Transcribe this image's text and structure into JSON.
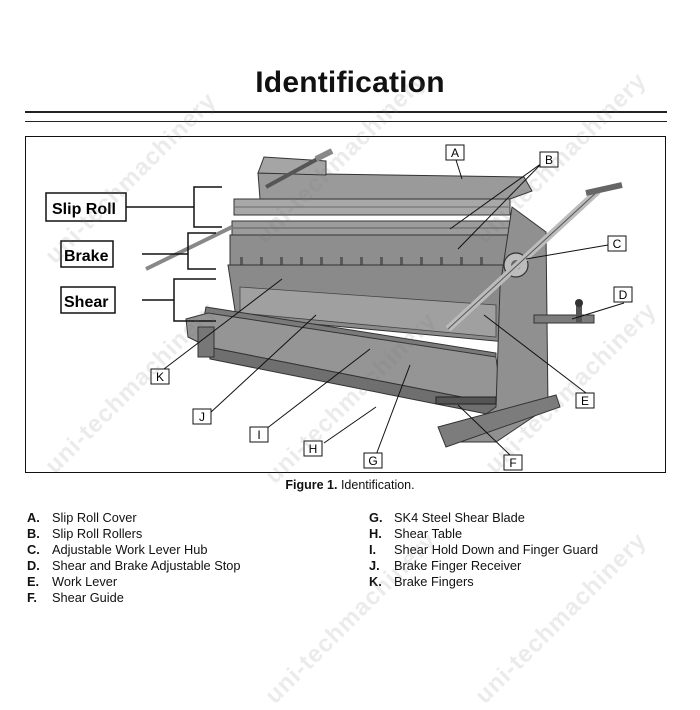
{
  "title": "Identification",
  "figure": {
    "caption_bold": "Figure 1.",
    "caption_text": " Identification.",
    "group_labels": {
      "slip_roll": "Slip Roll",
      "brake": "Brake",
      "shear": "Shear"
    },
    "callouts": [
      "A",
      "B",
      "C",
      "D",
      "E",
      "F",
      "G",
      "H",
      "I",
      "J",
      "K"
    ]
  },
  "legend_left": [
    {
      "letter": "A.",
      "text": "Slip Roll Cover"
    },
    {
      "letter": "B.",
      "text": "Slip Roll Rollers"
    },
    {
      "letter": "C.",
      "text": "Adjustable Work Lever Hub"
    },
    {
      "letter": "D.",
      "text": "Shear and Brake Adjustable Stop"
    },
    {
      "letter": "E.",
      "text": "Work Lever"
    },
    {
      "letter": "F.",
      "text": "Shear Guide"
    }
  ],
  "legend_right": [
    {
      "letter": "G.",
      "text": "SK4 Steel Shear Blade"
    },
    {
      "letter": "H.",
      "text": "Shear Table"
    },
    {
      "letter": "I.",
      "text": "Shear Hold Down and Finger Guard"
    },
    {
      "letter": "J.",
      "text": "Brake Finger Receiver"
    },
    {
      "letter": "K.",
      "text": "Brake Fingers"
    }
  ],
  "watermark": "uni-techmachinery",
  "colors": {
    "machine_body": "#8c8c8c",
    "machine_dark": "#4a4a4a",
    "machine_light": "#b3b3b3"
  }
}
